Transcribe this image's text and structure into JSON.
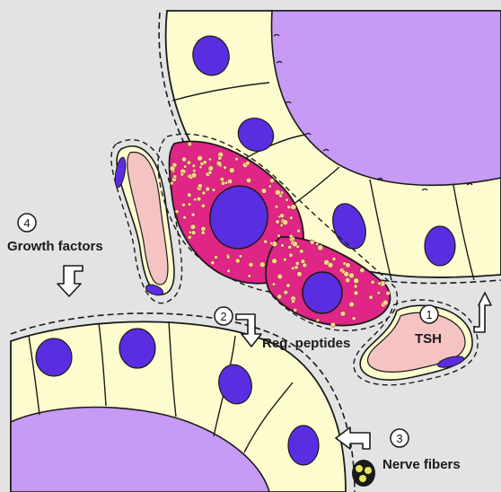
{
  "labels": {
    "tsh": {
      "number": "1",
      "text": "TSH"
    },
    "reg_peptides": {
      "number": "2",
      "text": "Reg. peptides"
    },
    "nerve_fibers": {
      "number": "3",
      "text": "Nerve fibers"
    },
    "growth_factors": {
      "number": "4",
      "text": "Growth factors"
    }
  },
  "colors": {
    "background": "#e3e3e3",
    "colloid": "#c79af5",
    "follicular_cell": "#fdfccf",
    "nucleus": "#5a2ee0",
    "c_cell": "#df2585",
    "granule": "#f8d982",
    "capillary": "#f6c3c3",
    "outline": "#1a1a1a"
  }
}
